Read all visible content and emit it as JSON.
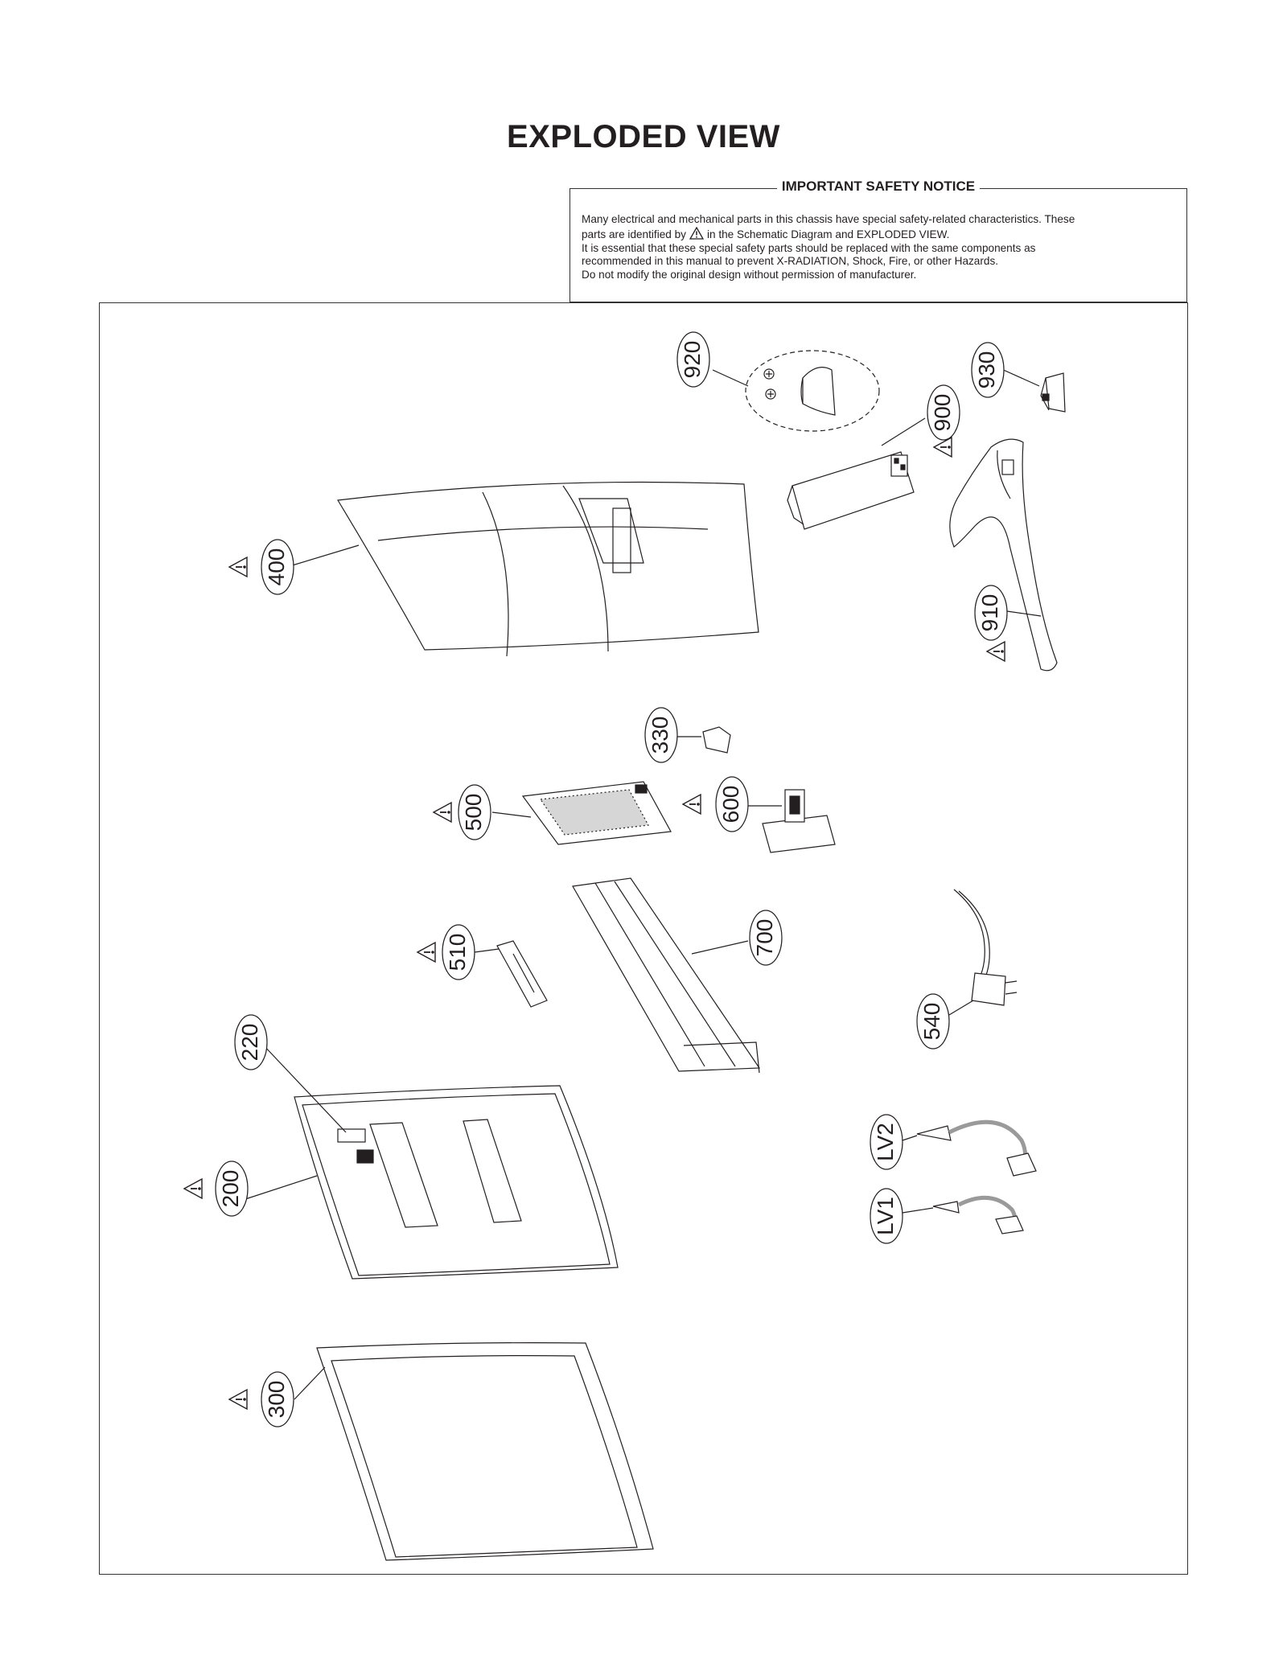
{
  "title": "EXPLODED VIEW",
  "notice": {
    "heading": "IMPORTANT SAFETY NOTICE",
    "line1": "Many electrical and mechanical parts in this chassis have special safety-related characteristics. These",
    "line2_pre": "parts are identified by",
    "line2_post": "in the Schematic Diagram and EXPLODED VIEW.",
    "line3": "It is essential that these special safety parts should be replaced with the same components as",
    "line4": "recommended in this manual to prevent X-RADIATION, Shock, Fire, or other Hazards.",
    "line5": "Do not modify the original design without permission of manufacturer."
  },
  "labels": {
    "p920": "920",
    "p930": "930",
    "p900": "900",
    "p400": "400",
    "p910": "910",
    "p330": "330",
    "p500": "500",
    "p600": "600",
    "p510": "510",
    "p700": "700",
    "p540": "540",
    "p220": "220",
    "p200": "200",
    "pLV2": "LV2",
    "pLV1": "LV1",
    "p300": "300"
  },
  "warning_icon": "warning-triangle-icon"
}
